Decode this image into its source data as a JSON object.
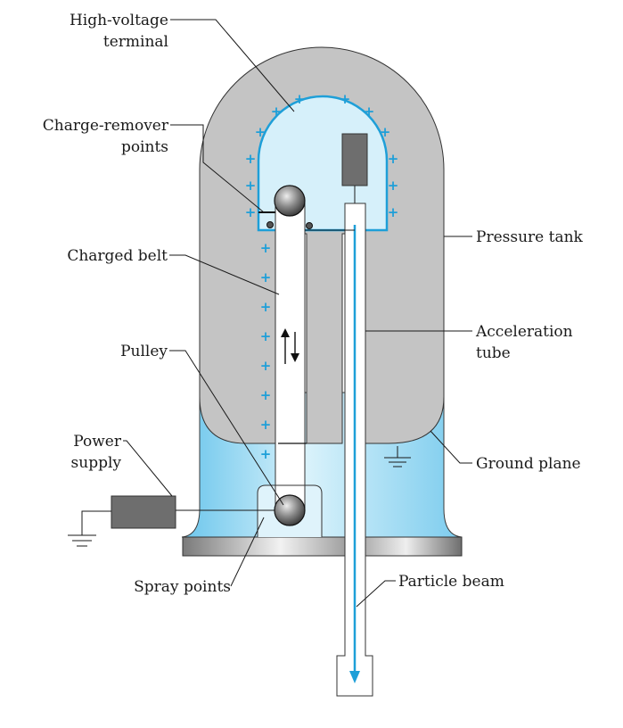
{
  "labels": {
    "high_voltage_terminal": [
      "High-voltage",
      "terminal"
    ],
    "charge_remover_points": [
      "Charge-remover",
      "points"
    ],
    "charged_belt": "Charged belt",
    "pulley": "Pulley",
    "power_supply": [
      "Power",
      "supply"
    ],
    "spray_points": "Spray points",
    "pressure_tank": "Pressure tank",
    "acceleration_tube": [
      "Acceleration",
      "tube"
    ],
    "ground_plane": "Ground plane",
    "particle_beam": "Particle beam"
  },
  "symbols": {
    "plus": "+"
  },
  "colors": {
    "tank_gray": "#c4c4c4",
    "terminal_blue": "#1e9fd8",
    "terminal_fill": "#d6f0fa",
    "skirt_blue": "#8fd3f0",
    "supply_dark": "#6e6e6e"
  }
}
